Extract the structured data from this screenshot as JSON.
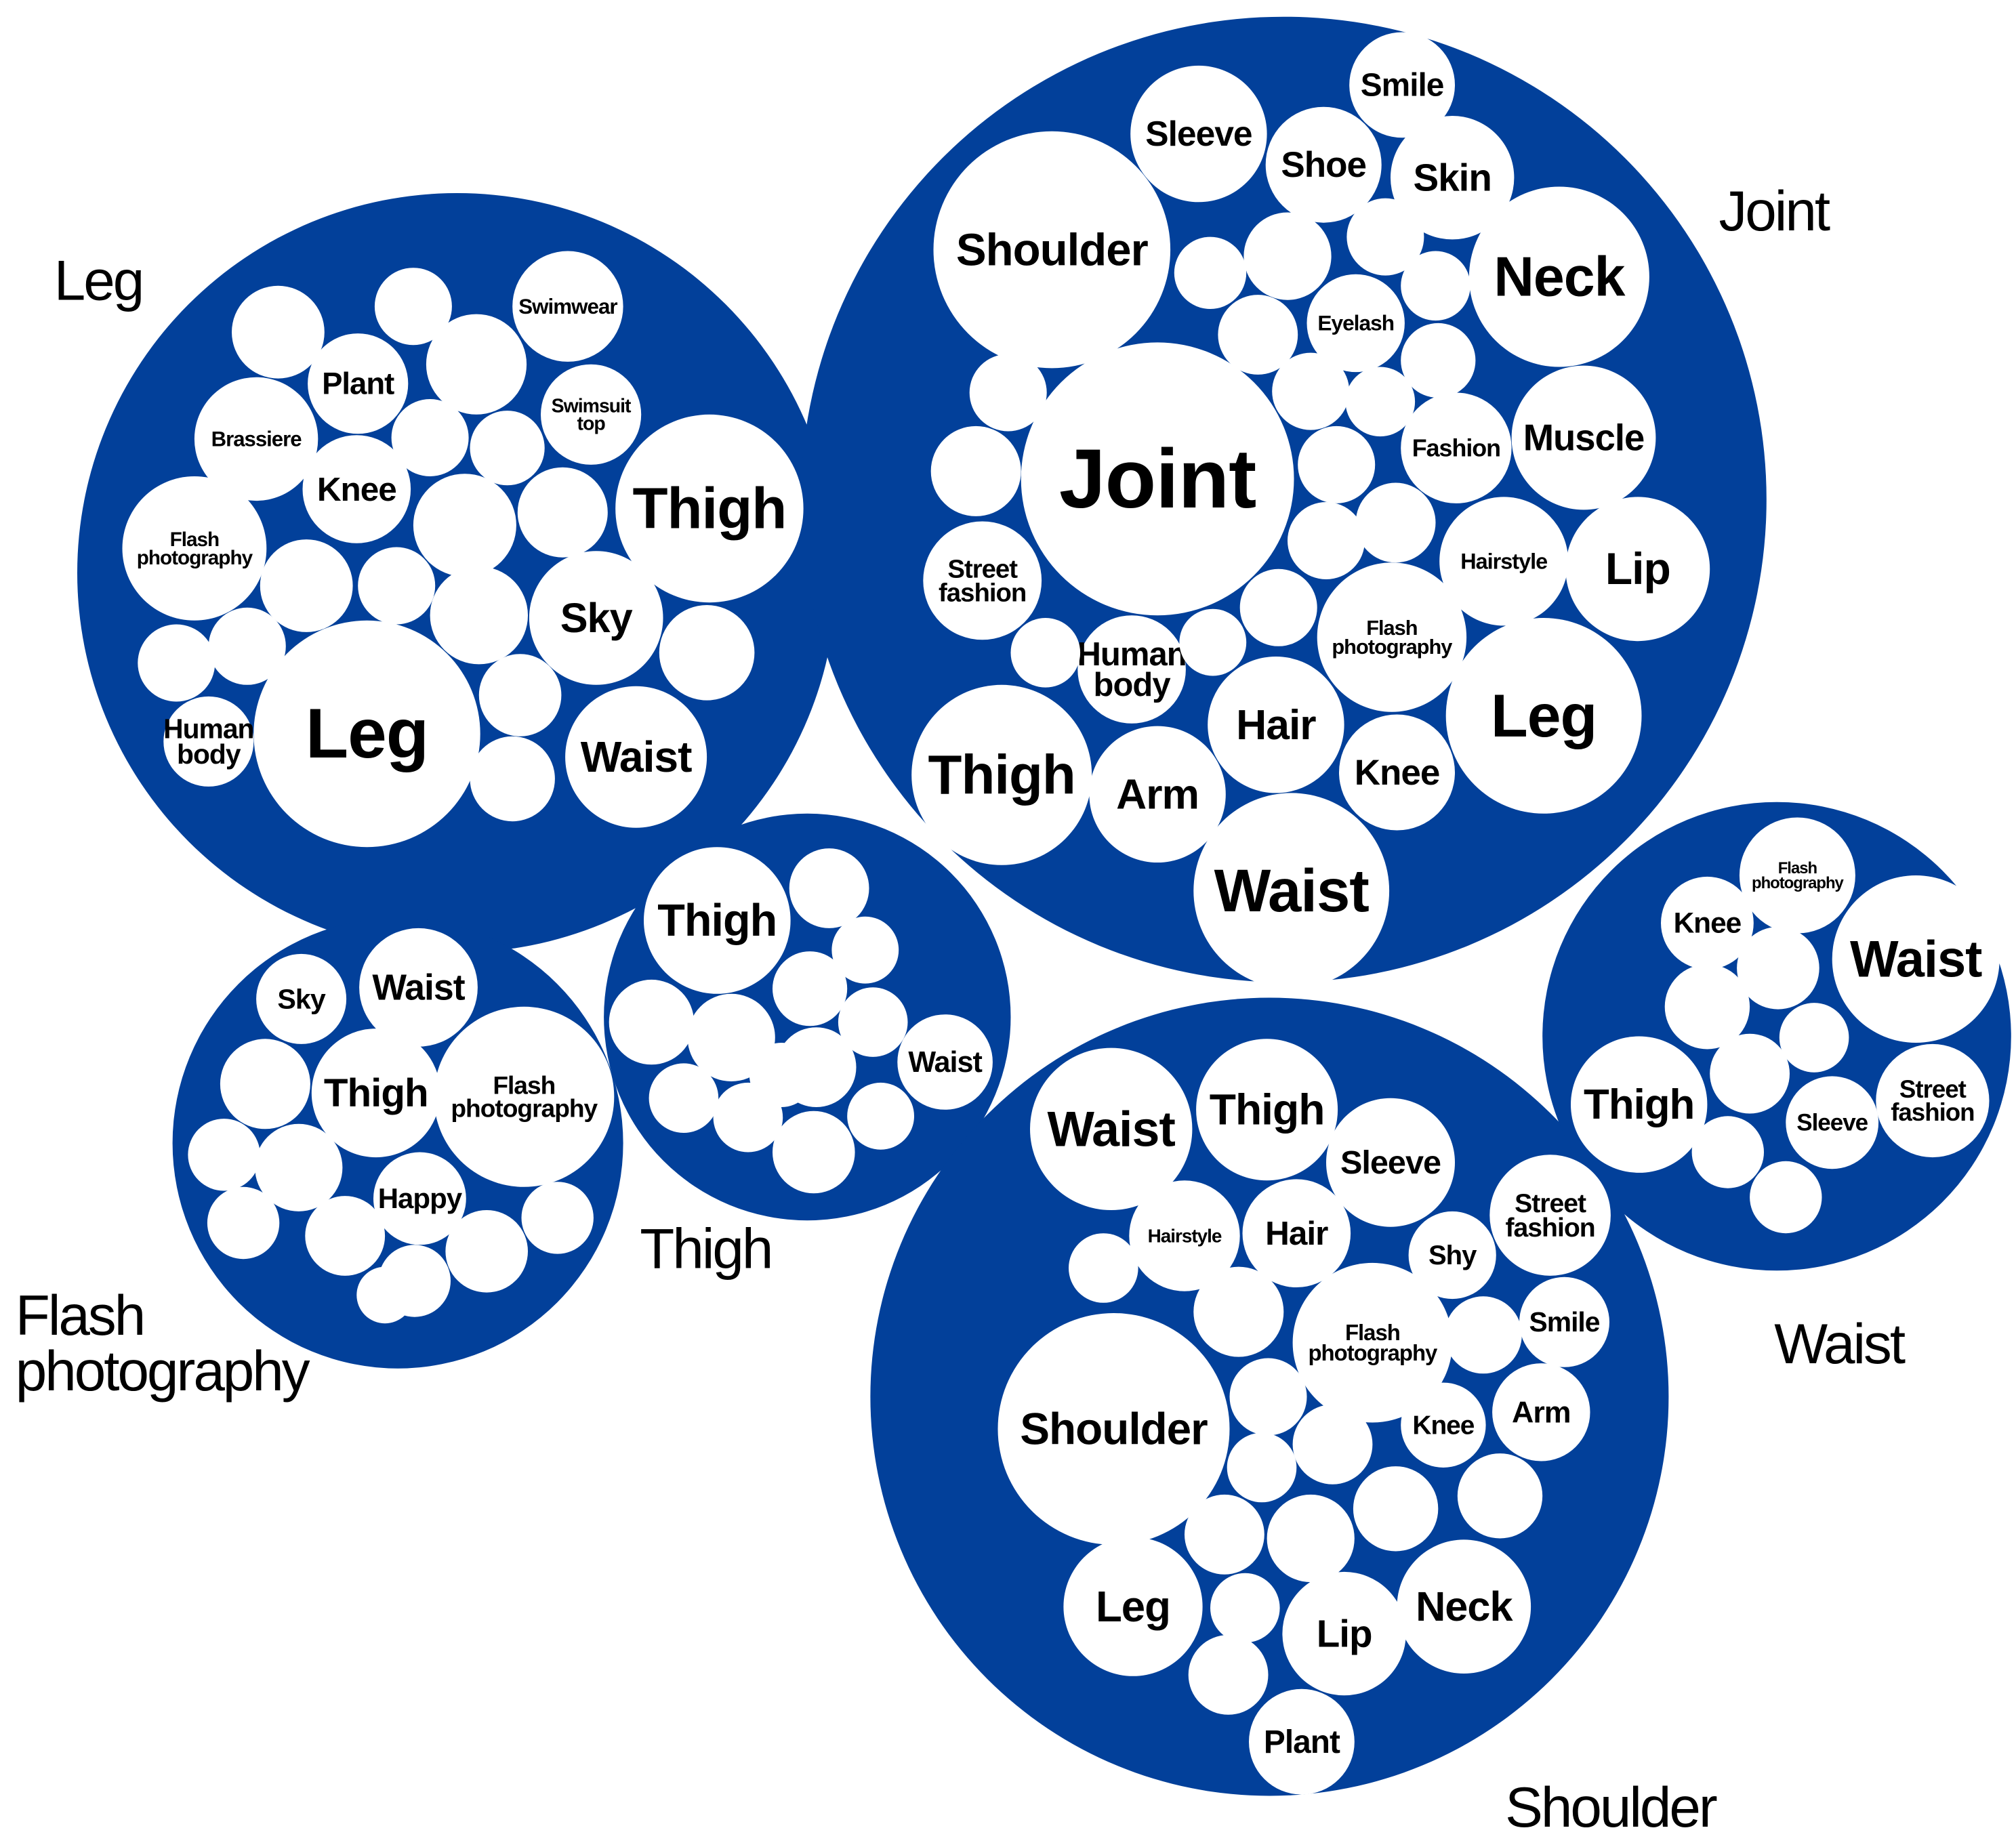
{
  "colors": {
    "cluster": "#02409A",
    "bubble": "#FFFFFF",
    "text": "#000000"
  },
  "clusters": [
    {
      "id": "leg",
      "title": [
        "Leg"
      ],
      "bubbles": [
        {
          "label": [
            "Leg"
          ]
        },
        {
          "label": [
            "Thigh"
          ]
        },
        {
          "label": [
            "Sky"
          ]
        },
        {
          "label": [
            "Waist"
          ]
        },
        {
          "label": [
            "Knee"
          ]
        },
        {
          "label": [
            "Plant"
          ]
        },
        {
          "label": [
            "Swimwear"
          ]
        },
        {
          "label": [
            "Swimsuit",
            "top"
          ]
        },
        {
          "label": [
            "Brassiere"
          ]
        },
        {
          "label": [
            "Flash",
            "photography"
          ]
        },
        {
          "label": [
            "Human",
            "body"
          ]
        },
        {
          "label": []
        },
        {
          "label": []
        },
        {
          "label": []
        },
        {
          "label": []
        },
        {
          "label": []
        },
        {
          "label": []
        },
        {
          "label": []
        },
        {
          "label": []
        },
        {
          "label": []
        },
        {
          "label": []
        },
        {
          "label": []
        },
        {
          "label": []
        },
        {
          "label": []
        },
        {
          "label": []
        },
        {
          "label": []
        }
      ]
    },
    {
      "id": "joint",
      "title": [
        "Joint"
      ],
      "bubbles": [
        {
          "label": [
            "Joint"
          ]
        },
        {
          "label": [
            "Shoulder"
          ]
        },
        {
          "label": [
            "Sleeve"
          ]
        },
        {
          "label": [
            "Smile"
          ]
        },
        {
          "label": [
            "Shoe"
          ]
        },
        {
          "label": [
            "Skin"
          ]
        },
        {
          "label": [
            "Neck"
          ]
        },
        {
          "label": [
            "Eyelash"
          ]
        },
        {
          "label": [
            "Muscle"
          ]
        },
        {
          "label": [
            "Fashion"
          ]
        },
        {
          "label": [
            "Lip"
          ]
        },
        {
          "label": [
            "Hairstyle"
          ]
        },
        {
          "label": [
            "Street",
            "fashion"
          ]
        },
        {
          "label": [
            "Flash",
            "photography"
          ]
        },
        {
          "label": [
            "Human",
            "body"
          ]
        },
        {
          "label": [
            "Leg"
          ]
        },
        {
          "label": [
            "Thigh"
          ]
        },
        {
          "label": [
            "Arm"
          ]
        },
        {
          "label": [
            "Hair"
          ]
        },
        {
          "label": [
            "Knee"
          ]
        },
        {
          "label": [
            "Waist"
          ]
        },
        {
          "label": []
        },
        {
          "label": []
        },
        {
          "label": []
        },
        {
          "label": []
        },
        {
          "label": []
        },
        {
          "label": []
        },
        {
          "label": []
        },
        {
          "label": []
        },
        {
          "label": []
        },
        {
          "label": []
        },
        {
          "label": []
        },
        {
          "label": []
        },
        {
          "label": []
        },
        {
          "label": []
        },
        {
          "label": []
        },
        {
          "label": []
        }
      ]
    },
    {
      "id": "flash",
      "title": [
        "Flash",
        "photography"
      ],
      "bubbles": [
        {
          "label": [
            "Sky"
          ]
        },
        {
          "label": [
            "Waist"
          ]
        },
        {
          "label": [
            "Thigh"
          ]
        },
        {
          "label": [
            "Flash",
            "photography"
          ]
        },
        {
          "label": [
            "Happy"
          ]
        },
        {
          "label": []
        },
        {
          "label": []
        },
        {
          "label": []
        },
        {
          "label": []
        },
        {
          "label": []
        },
        {
          "label": []
        },
        {
          "label": []
        },
        {
          "label": []
        },
        {
          "label": []
        }
      ]
    },
    {
      "id": "thigh",
      "title": [
        "Thigh"
      ],
      "bubbles": [
        {
          "label": [
            "Thigh"
          ]
        },
        {
          "label": [
            "Waist"
          ]
        },
        {
          "label": []
        },
        {
          "label": []
        },
        {
          "label": []
        },
        {
          "label": []
        },
        {
          "label": []
        },
        {
          "label": []
        },
        {
          "label": []
        },
        {
          "label": []
        },
        {
          "label": []
        },
        {
          "label": []
        },
        {
          "label": []
        },
        {
          "label": []
        }
      ]
    },
    {
      "id": "shoulder",
      "title": [
        "Shoulder"
      ],
      "bubbles": [
        {
          "label": [
            "Shoulder"
          ]
        },
        {
          "label": [
            "Waist"
          ]
        },
        {
          "label": [
            "Thigh"
          ]
        },
        {
          "label": [
            "Sleeve"
          ]
        },
        {
          "label": [
            "Hairstyle"
          ]
        },
        {
          "label": [
            "Hair"
          ]
        },
        {
          "label": [
            "Shy"
          ]
        },
        {
          "label": [
            "Street",
            "fashion"
          ]
        },
        {
          "label": [
            "Smile"
          ]
        },
        {
          "label": [
            "Flash",
            "photography"
          ]
        },
        {
          "label": [
            "Knee"
          ]
        },
        {
          "label": [
            "Arm"
          ]
        },
        {
          "label": [
            "Leg"
          ]
        },
        {
          "label": [
            "Lip"
          ]
        },
        {
          "label": [
            "Neck"
          ]
        },
        {
          "label": [
            "Plant"
          ]
        },
        {
          "label": []
        },
        {
          "label": []
        },
        {
          "label": []
        },
        {
          "label": []
        },
        {
          "label": []
        },
        {
          "label": []
        },
        {
          "label": []
        },
        {
          "label": []
        },
        {
          "label": []
        },
        {
          "label": []
        },
        {
          "label": []
        },
        {
          "label": []
        },
        {
          "label": []
        }
      ]
    },
    {
      "id": "waist",
      "title": [
        "Waist"
      ],
      "bubbles": [
        {
          "label": [
            "Waist"
          ]
        },
        {
          "label": [
            "Thigh"
          ]
        },
        {
          "label": [
            "Flash",
            "photography"
          ]
        },
        {
          "label": [
            "Knee"
          ]
        },
        {
          "label": [
            "Sleeve"
          ]
        },
        {
          "label": [
            "Street",
            "fashion"
          ]
        },
        {
          "label": []
        },
        {
          "label": []
        },
        {
          "label": []
        },
        {
          "label": []
        },
        {
          "label": []
        },
        {
          "label": []
        }
      ]
    }
  ]
}
